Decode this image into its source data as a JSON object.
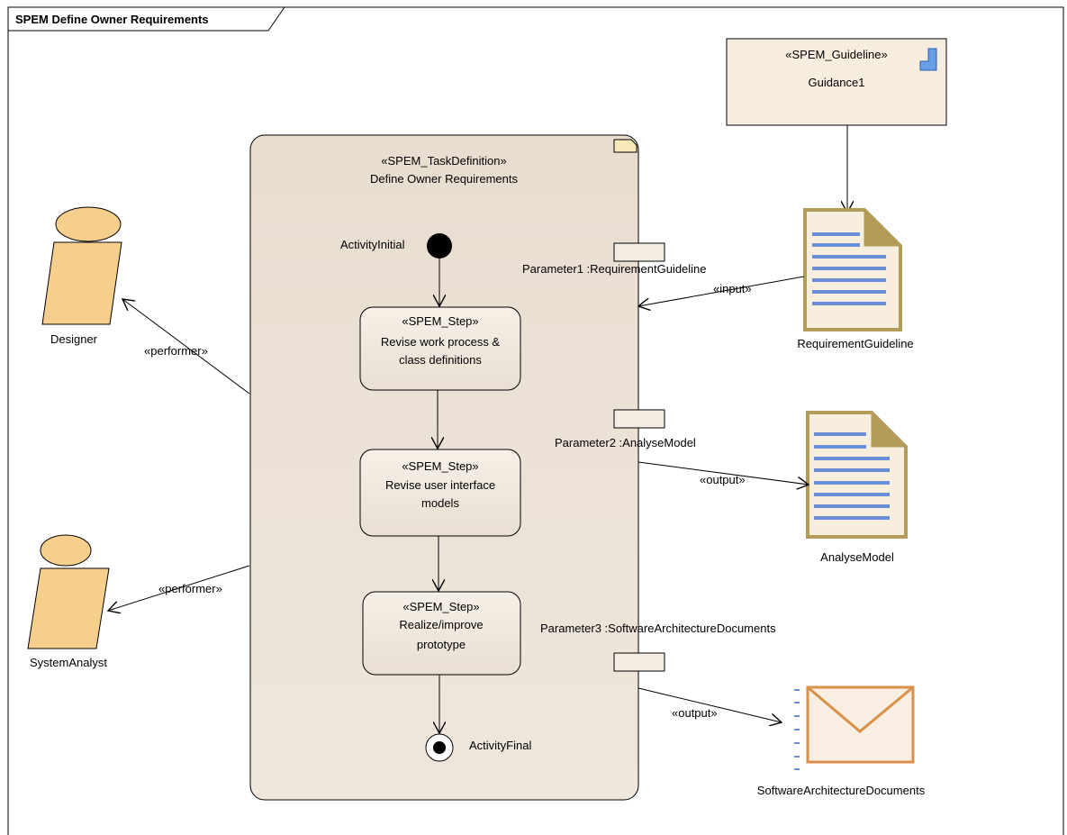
{
  "frame": {
    "title": "SPEM Define Owner Requirements"
  },
  "guideline": {
    "stereotype": "«SPEM_Guideline»",
    "name": "Guidance1"
  },
  "task": {
    "stereotype": "«SPEM_TaskDefinition»",
    "name": "Define Owner Requirements"
  },
  "initial": {
    "label": "ActivityInitial"
  },
  "final": {
    "label": "ActivityFinal"
  },
  "steps": [
    {
      "stereotype": "«SPEM_Step»",
      "line1": "Revise work process &",
      "line2": "class definitions"
    },
    {
      "stereotype": "«SPEM_Step»",
      "line1": "Revise user interface",
      "line2": "models"
    },
    {
      "stereotype": "«SPEM_Step»",
      "line1": "Realize/improve",
      "line2": "prototype"
    }
  ],
  "parameters": [
    {
      "name": "Parameter1",
      "type": ":RequirementGuideline"
    },
    {
      "name": "Parameter2",
      "type": ":AnalyseModel"
    },
    {
      "name": "Parameter3",
      "type": ":SoftwareArchitectureDocuments"
    }
  ],
  "actors": [
    {
      "name": "Designer"
    },
    {
      "name": "SystemAnalyst"
    }
  ],
  "products": [
    {
      "name": "RequirementGuideline"
    },
    {
      "name": "AnalyseModel"
    },
    {
      "name": "SoftwareArchitectureDocuments"
    }
  ],
  "relations": {
    "performer1": "«performer»",
    "performer2": "«performer»",
    "input": "«input»",
    "output1": "«output»",
    "output2": "«output»"
  },
  "colors": {
    "task_fill": "#ede4d8",
    "step_fill": "#f3ece2",
    "actor_fill": "#f7cf8c",
    "guideline_fill": "#f6eddf",
    "doc_border": "#b39c5a",
    "doc_lines": "#6a8fd6",
    "mail_border": "#d8904a",
    "mail_fill": "#f8eee2"
  }
}
